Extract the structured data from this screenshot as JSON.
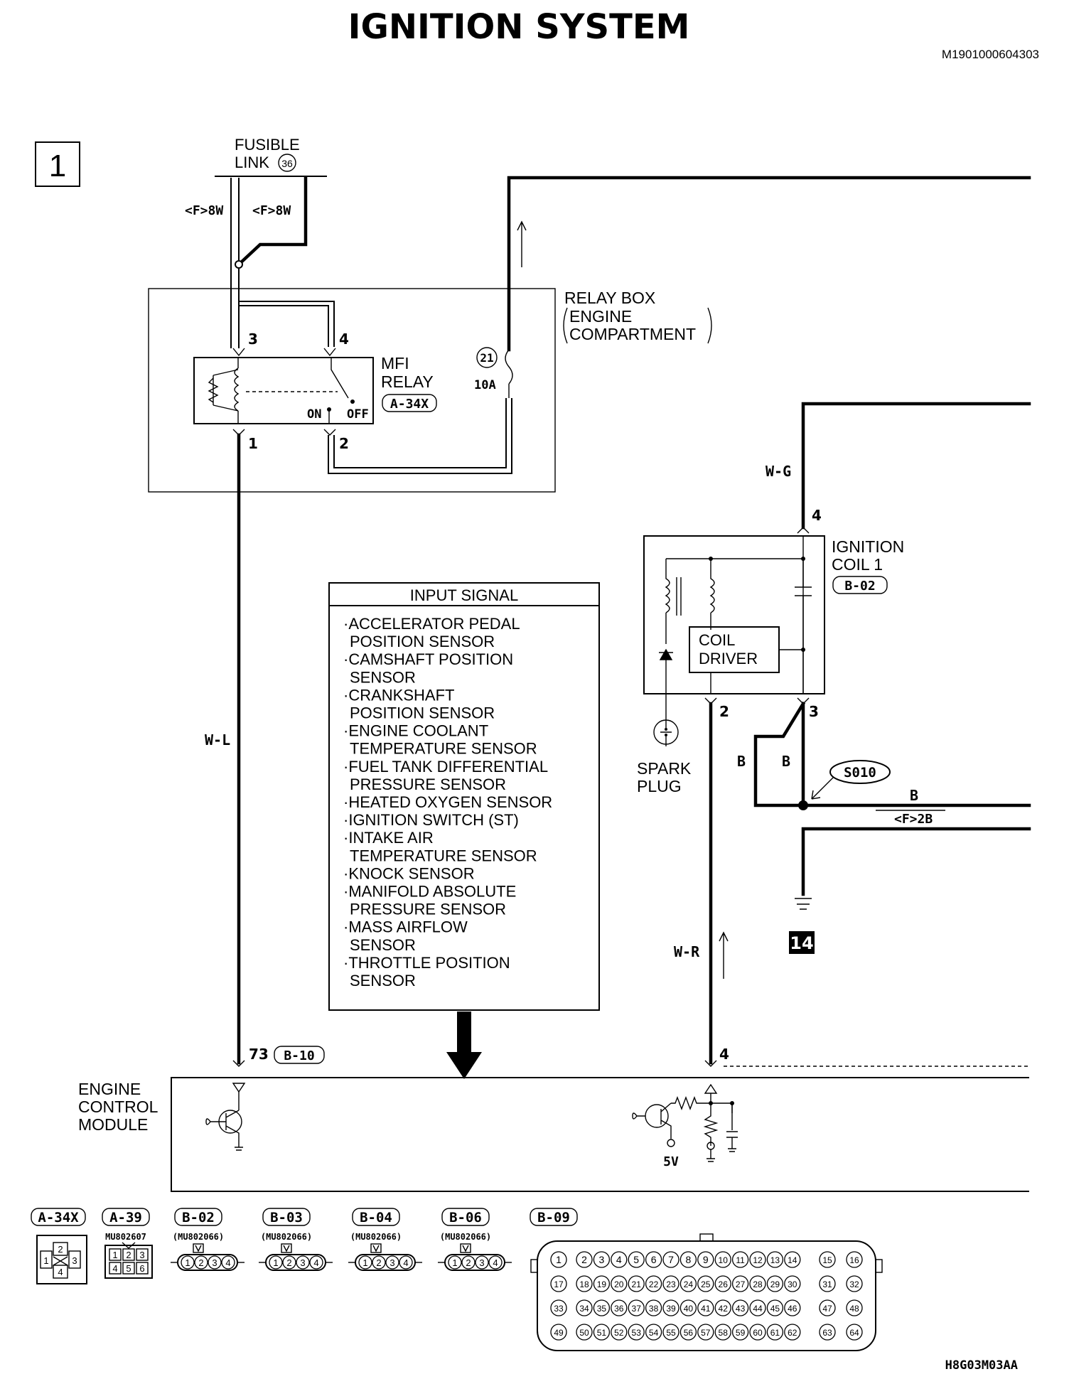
{
  "title": "IGNITION SYSTEM",
  "doc_id": "M1901000604303",
  "figure_id": "H8G03M03AA",
  "page_marker": "1",
  "fusible_link": {
    "line1": "FUSIBLE",
    "line2": "LINK",
    "number": "36"
  },
  "wire_labels": {
    "f8w_left": "<F>8W",
    "f8w_right": "<F>8W",
    "wl": "W-L",
    "wg": "W-G",
    "wr": "W-R",
    "b1": "B",
    "b2": "B",
    "b3": "B",
    "f2b": "<F>2B"
  },
  "relay_box": {
    "line1": "RELAY BOX",
    "line2": "ENGINE",
    "line3": "COMPARTMENT"
  },
  "mfi_relay": {
    "line1": "MFI",
    "line2": "RELAY",
    "connector": "A-34X",
    "on": "ON",
    "off": "OFF",
    "pins": {
      "p1": "1",
      "p2": "2",
      "p3": "3",
      "p4": "4"
    }
  },
  "fuse": {
    "number": "21",
    "rating": "10A"
  },
  "ignition_coil": {
    "line1": "IGNITION",
    "line2": "COIL 1",
    "connector": "B-02",
    "pins": {
      "p2": "2",
      "p3": "3",
      "p4": "4"
    },
    "driver_line1": "COIL",
    "driver_line2": "DRIVER"
  },
  "spark_plug": {
    "line1": "SPARK",
    "line2": "PLUG"
  },
  "splice": "S010",
  "ground": "14",
  "input_signal": {
    "header": "INPUT SIGNAL",
    "lines": [
      "·ACCELERATOR PEDAL",
      " POSITION SENSOR",
      "·CAMSHAFT POSITION",
      " SENSOR",
      "·CRANKSHAFT",
      " POSITION SENSOR",
      "·ENGINE COOLANT",
      " TEMPERATURE SENSOR",
      "·FUEL TANK DIFFERENTIAL",
      " PRESSURE SENSOR",
      "·HEATED OXYGEN SENSOR",
      "·IGNITION SWITCH (ST)",
      "·INTAKE AIR",
      " TEMPERATURE SENSOR",
      "·KNOCK SENSOR",
      "·MANIFOLD ABSOLUTE",
      " PRESSURE SENSOR",
      "·MASS AIRFLOW",
      " SENSOR",
      "·THROTTLE POSITION",
      " SENSOR"
    ]
  },
  "ecm": {
    "line1": "ENGINE",
    "line2": "CONTROL",
    "line3": "MODULE",
    "pin73": "73",
    "connector": "B-10",
    "pin4": "4",
    "supply": "5V"
  },
  "connectors": [
    {
      "id": "A-34X",
      "part": ""
    },
    {
      "id": "A-39",
      "part": "MU802607"
    },
    {
      "id": "B-02",
      "part": "(MU802066)"
    },
    {
      "id": "B-03",
      "part": "(MU802066)"
    },
    {
      "id": "B-04",
      "part": "(MU802066)"
    },
    {
      "id": "B-06",
      "part": "(MU802066)"
    },
    {
      "id": "B-09",
      "part": ""
    }
  ],
  "a34x_pins": [
    "1",
    "2",
    "3",
    "4"
  ],
  "a39_pins": [
    "1",
    "2",
    "3",
    "4",
    "5",
    "6"
  ],
  "four_pin_pins": [
    "1",
    "2",
    "3",
    "4"
  ],
  "b09_rows": [
    [
      "1",
      "2",
      "3",
      "4",
      "5",
      "6",
      "7",
      "8",
      "9",
      "10",
      "11",
      "12",
      "13",
      "14",
      "15",
      "16"
    ],
    [
      "17",
      "18",
      "19",
      "20",
      "21",
      "22",
      "23",
      "24",
      "25",
      "26",
      "27",
      "28",
      "29",
      "30",
      "31",
      "32"
    ],
    [
      "33",
      "34",
      "35",
      "36",
      "37",
      "38",
      "39",
      "40",
      "41",
      "42",
      "43",
      "44",
      "45",
      "46",
      "47",
      "48"
    ],
    [
      "49",
      "50",
      "51",
      "52",
      "53",
      "54",
      "55",
      "56",
      "57",
      "58",
      "59",
      "60",
      "61",
      "62",
      "63",
      "64"
    ]
  ]
}
